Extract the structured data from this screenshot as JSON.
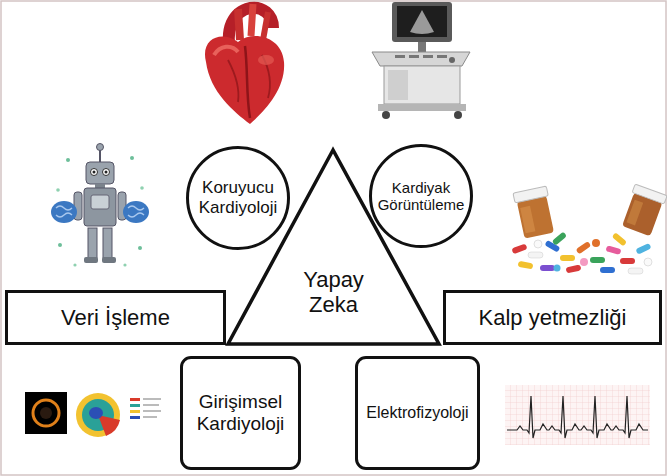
{
  "diagram": {
    "nodes": [
      {
        "text": [
          "Koruyucu Kardiyoloji"
        ]
      },
      {
        "text": [
          "Kardiyak Görüntüleme"
        ]
      },
      {
        "text": [
          "Veri İşleme"
        ]
      },
      {
        "text": [
          "Yapay Zeka"
        ]
      },
      {
        "text": [
          "Kalp yetmezliği"
        ]
      },
      {
        "text": [
          "Girişimsel Kardiyoloji"
        ]
      },
      {
        "text": [
          "Elektrofizyoloji"
        ]
      }
    ]
  }
}
